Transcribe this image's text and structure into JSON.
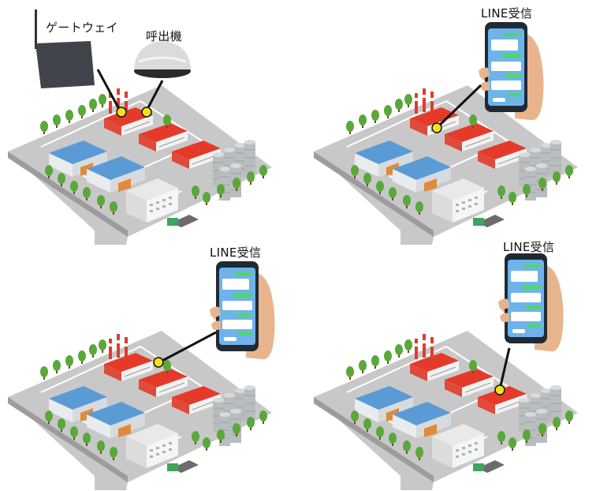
{
  "labels": {
    "gateway": "ゲートウェイ",
    "caller": "呼出機",
    "line_received": "LINE受信"
  },
  "panels": [
    {
      "id": "gateway-setup",
      "devices": [
        "gateway-device-icon",
        "caller-device-icon"
      ]
    },
    {
      "id": "line-notify-1",
      "devices": [
        "smartphone-icon"
      ]
    },
    {
      "id": "line-notify-2",
      "devices": [
        "smartphone-icon"
      ]
    },
    {
      "id": "line-notify-3",
      "devices": [
        "smartphone-icon"
      ]
    }
  ],
  "colors": {
    "ground": "#c8c8c8",
    "road_line": "#ffffff",
    "red_roof": "#e53a2a",
    "blue_roof": "#5b9bd5",
    "orange_door": "#e08a3a",
    "tree": "#5aa83a",
    "marker": "#f5e11b",
    "phone_screen": "#6fb3ea",
    "line_green": "#4cd964"
  }
}
